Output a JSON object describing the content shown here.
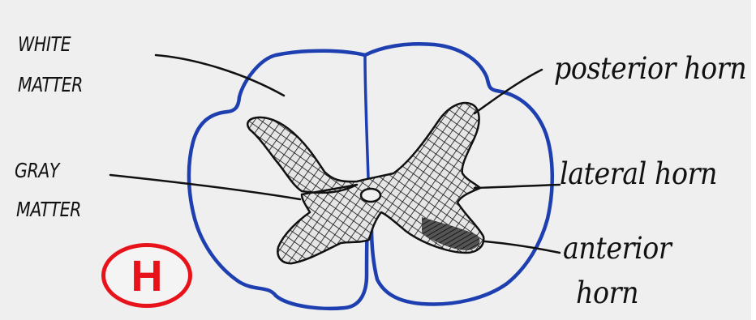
{
  "labels": {
    "white_matter": [
      "WHITE",
      "MATTER"
    ],
    "gray_matter": [
      "GRAY",
      "MATTER"
    ],
    "posterior_horn": "posterior horn",
    "lateral_horn": "lateral horn",
    "anterior_horn": [
      "anterior",
      "horn"
    ]
  },
  "badge": {
    "letter": "H"
  },
  "colors": {
    "outline": "#1e3fb0",
    "ink": "#111111",
    "badge": "#e8121b",
    "paper": "#efefef"
  }
}
